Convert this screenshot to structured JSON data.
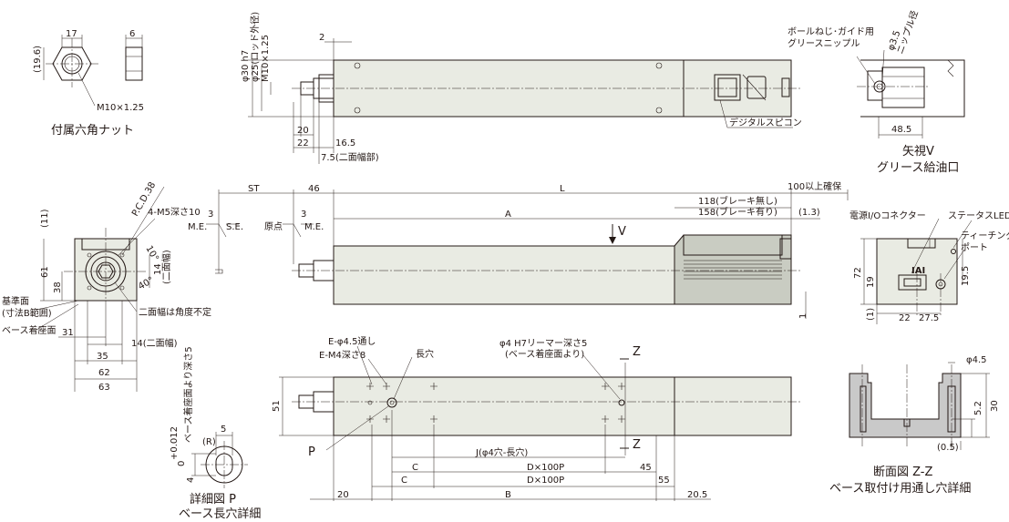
{
  "nut": {
    "caption": "付属六角ナット",
    "dim_width": "17",
    "dim_thick": "6",
    "dim_height": "(19.6)",
    "thread": "M10×1.25"
  },
  "top_view": {
    "dim_30h7": "φ30 h7",
    "dim_25rod": "φ25(ロッド外径)",
    "dim_m10": "M10×1.25",
    "dim_2": "2",
    "dim_20": "20",
    "dim_22": "22",
    "dim_16_5": "16.5",
    "dim_7_5": "7.5(二面幅部)",
    "label_spicon": "デジタルスピコン"
  },
  "view_v": {
    "note_grease": "ボールねじ･ガイド用",
    "note_nipple": "グリースニップル",
    "dim_phi35": "φ3.5",
    "dim_nipple": "ニップル径",
    "dim_48_5": "48.5",
    "caption1": "矢視V",
    "caption2": "グリース給油口"
  },
  "end_view": {
    "dim_11": "(11)",
    "dim_61": "61",
    "dim_38": "38",
    "dim_31": "31",
    "dim_35": "35",
    "dim_62": "62",
    "dim_63": "63",
    "dim_14_flat": "14(二面幅)",
    "dim_14": "14",
    "dim_flat": "(二面幅)",
    "dim_10": "10°",
    "dim_40": "40°",
    "pcd": "P.C.D.38",
    "tap": "4-M5深さ10",
    "ref_surface": "基準面",
    "ref_range": "(寸法B範囲)",
    "base_surface": "ベース着座面",
    "flat_angle": "二面幅は角度不定"
  },
  "side_view": {
    "dim_st": "ST",
    "dim_46": "46",
    "dim_L": "L",
    "dim_A": "A",
    "dim_100": "100以上確保",
    "dim_118": "118(ブレーキ無し)",
    "dim_158": "158(ブレーキ有り)",
    "dim_1_3": "(1.3)",
    "dim_3a": "3",
    "dim_3b": "3",
    "me1": "M.E.",
    "se": "S.E.",
    "origin": "原点",
    "me2": "M.E.",
    "arrow_v": "V",
    "dim_1": "1"
  },
  "connector_view": {
    "power_io": "電源I/Oコネクター",
    "status_led": "ステータスLED",
    "teaching1": "ティーチング",
    "teaching2": "ポート",
    "dim_72": "72",
    "dim_19": "19",
    "dim_1": "(1)",
    "dim_22": "22",
    "dim_27_5": "27.5",
    "dim_19_5": "19.5",
    "logo": "IAI"
  },
  "bottom_view": {
    "e_thru": "E-φ4.5通し",
    "e_tap": "E-M4深さ8",
    "slot": "長穴",
    "ream": "φ4 H7リーマー深さ5",
    "ream_note": "(ベース着座面より)",
    "z_top": "Z",
    "z_bot": "Z",
    "dim_51": "51",
    "dim_J": "J(φ4穴-長穴)",
    "dim_C1": "C",
    "dim_Dx100P_1": "D×100P",
    "dim_45": "45",
    "dim_C2": "C",
    "dim_Dx100P_2": "D×100P",
    "dim_55": "55",
    "dim_20": "20",
    "dim_B": "B",
    "dim_20_5": "20.5",
    "label_P": "P"
  },
  "detail_p": {
    "depth": "ベース着座面より深さ5",
    "tol": "4",
    "tol_upper": "+0.012",
    "tol_lower": "0",
    "dim_5": "5",
    "dim_R": "(R)",
    "caption1": "詳細図 P",
    "caption2": "ベース長穴詳細"
  },
  "section_zz": {
    "dim_phi45": "φ4.5",
    "dim_5_2": "5.2",
    "dim_30": "30",
    "dim_0_5": "(0.5)",
    "caption1": "断面図 Z-Z",
    "caption2": "ベース取付け用通し穴詳細"
  }
}
